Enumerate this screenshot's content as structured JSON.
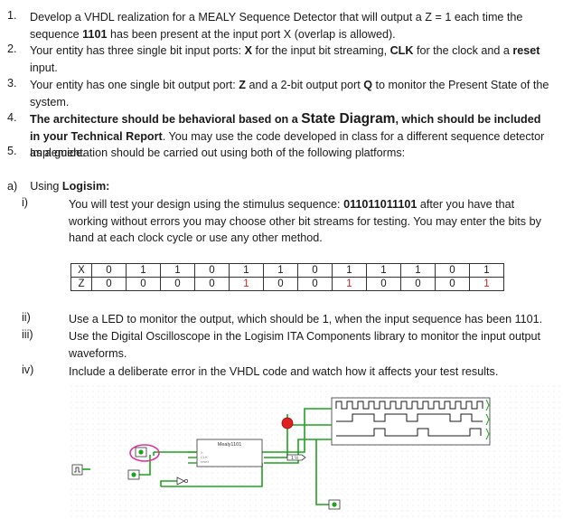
{
  "items": [
    {
      "num": "1.",
      "parts": [
        {
          "t": "Develop a VHDL realization for a MEALY Sequence Detector that will output a Z = 1 each time the sequence "
        },
        {
          "t": "1101",
          "b": true
        },
        {
          "t": " has been present at the input port X (overlap is allowed)."
        }
      ]
    },
    {
      "num": "2.",
      "parts": [
        {
          "t": "Your entity has three single bit input ports:  "
        },
        {
          "t": "X",
          "b": true
        },
        {
          "t": " for the input bit streaming, "
        },
        {
          "t": "CLK",
          "b": true
        },
        {
          "t": " for the clock and a "
        },
        {
          "t": "reset",
          "b": true
        },
        {
          "t": " input."
        }
      ]
    },
    {
      "num": "3.",
      "parts": [
        {
          "t": "Your entity has one single bit output port: "
        },
        {
          "t": "Z",
          "b": true
        },
        {
          "t": " and a 2-bit output port "
        },
        {
          "t": "Q",
          "b": true
        },
        {
          "t": " to monitor the Present State of the system."
        }
      ]
    },
    {
      "num": "4.",
      "parts": [
        {
          "t": "The architecture should be behavioral based on a ",
          "b": true
        },
        {
          "t": "State Diagram",
          "b": true,
          "big": true
        },
        {
          "t": ", which should be included in your ",
          "b": true
        },
        {
          "t": "Technical Report",
          "b": true
        },
        {
          "t": ". You may use the code developed in class for a different sequence detector as a guide."
        }
      ]
    },
    {
      "num": "5.",
      "parts": [
        {
          "t": "Implementation should be carried out using both of the following platforms:"
        }
      ]
    }
  ],
  "section_a": {
    "label": "a)",
    "title_prefix": "Using ",
    "title_bold": "Logisim:",
    "i_label": "i)",
    "i_text_pre": "You will test your design using the stimulus sequence: ",
    "i_seq": "011011011101",
    "i_text_post": " after you have that working without errors you may choose other bit streams for testing. You may enter the bits by hand at each clock cycle or use any other method.",
    "ii_label": "ii)",
    "ii_text": "Use a LED to monitor the output, which should be 1, when the input sequence has been 1101.",
    "iii_label": "iii)",
    "iii_text": "Use the Digital Oscilloscope in the Logisim ITA Components library to monitor the input output waveforms.",
    "iv_label": "iv)",
    "iv_text": "Include a deliberate error in the VHDL code and watch how it affects your test results."
  },
  "table": {
    "x_label": "X",
    "z_label": "Z",
    "x": [
      "0",
      "1",
      "1",
      "0",
      "1",
      "1",
      "0",
      "1",
      "1",
      "1",
      "0",
      "1"
    ],
    "z": [
      "0",
      "0",
      "0",
      "0",
      "1",
      "0",
      "0",
      "1",
      "0",
      "0",
      "0",
      "1"
    ]
  },
  "circuit": {
    "component_label": "Mealy1101",
    "wire_color": "#1fa31f",
    "highlight_color": "#e0339a",
    "led_color": "#e01f1f"
  }
}
